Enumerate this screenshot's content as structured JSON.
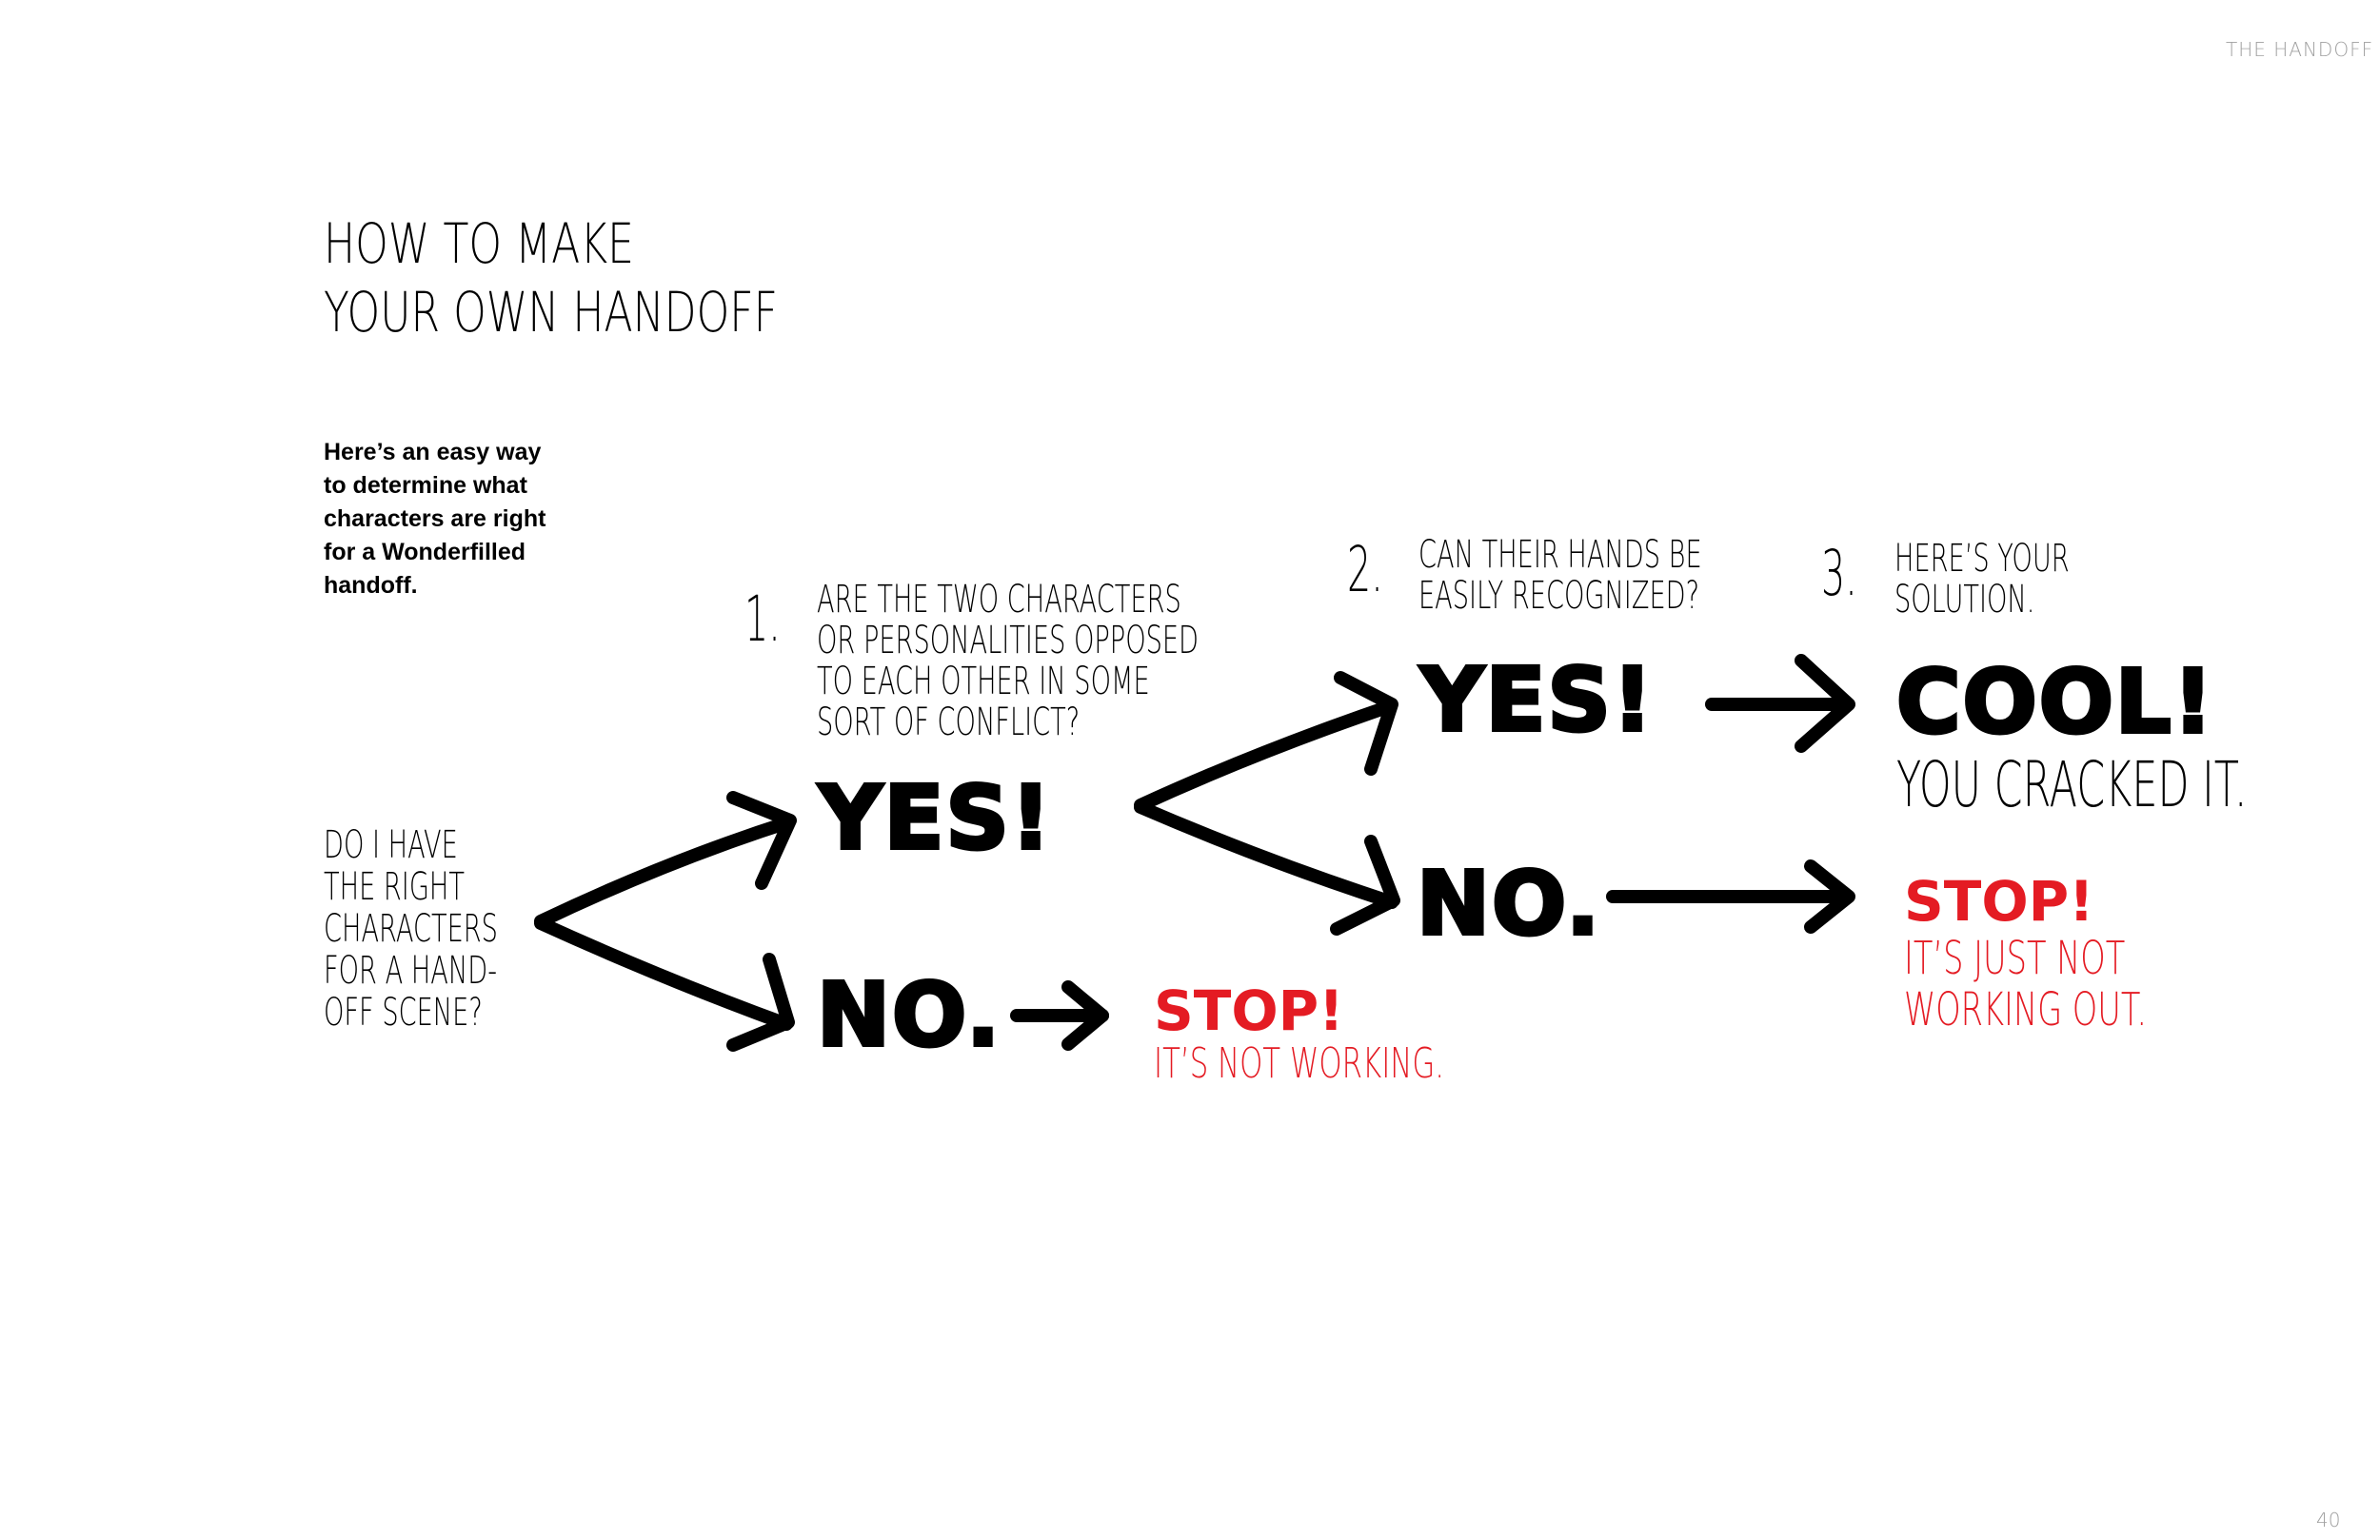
{
  "header": {
    "running_title": "THE HANDOFF",
    "page_number": "40"
  },
  "title": {
    "line1": "HOW TO MAKE",
    "line2": "YOUR OWN HANDOFF"
  },
  "intro": "Here’s an easy way\nto determine what\ncharacters are right\nfor a Wonderfilled\nhandoff.",
  "start_question": "DO I HAVE\nTHE RIGHT\nCHARACTERS\nFOR A HAND-\nOFF SCENE?",
  "steps": [
    {
      "number": "1.",
      "question": "ARE THE TWO CHARACTERS\nOR PERSONALITIES OPPOSED\nTO EACH OTHER IN SOME\nSORT OF CONFLICT?"
    },
    {
      "number": "2.",
      "question": "CAN THEIR HANDS BE\nEASILY RECOGNIZED?"
    },
    {
      "number": "3.",
      "question": "HERE’S YOUR\nSOLUTION."
    }
  ],
  "answers": {
    "yes": "YES!",
    "no": "NO."
  },
  "outcomes": {
    "stop1_title": "STOP!",
    "stop1_text": "IT’S NOT WORKING.",
    "stop2_title": "STOP!",
    "stop2_text": "IT’S JUST NOT\nWORKING OUT.",
    "success_title": "COOL!",
    "success_text": "YOU CRACKED IT."
  },
  "colors": {
    "accent_red": "#e41b23",
    "ink": "#000000",
    "muted_gray": "#a0a0a0"
  }
}
